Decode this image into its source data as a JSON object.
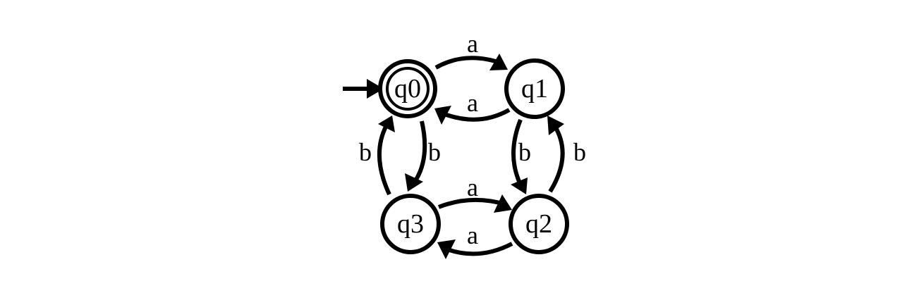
{
  "automaton": {
    "states": [
      {
        "id": "q0",
        "label": "q0",
        "accepting": true,
        "initial": true
      },
      {
        "id": "q1",
        "label": "q1",
        "accepting": false,
        "initial": false
      },
      {
        "id": "q2",
        "label": "q2",
        "accepting": false,
        "initial": false
      },
      {
        "id": "q3",
        "label": "q3",
        "accepting": false,
        "initial": false
      }
    ],
    "transitions": [
      {
        "from": "q0",
        "to": "q1",
        "label": "a"
      },
      {
        "from": "q1",
        "to": "q0",
        "label": "a"
      },
      {
        "from": "q0",
        "to": "q3",
        "label": "b"
      },
      {
        "from": "q3",
        "to": "q0",
        "label": "b"
      },
      {
        "from": "q1",
        "to": "q2",
        "label": "b"
      },
      {
        "from": "q2",
        "to": "q1",
        "label": "b"
      },
      {
        "from": "q3",
        "to": "q2",
        "label": "a"
      },
      {
        "from": "q2",
        "to": "q3",
        "label": "a"
      }
    ]
  }
}
